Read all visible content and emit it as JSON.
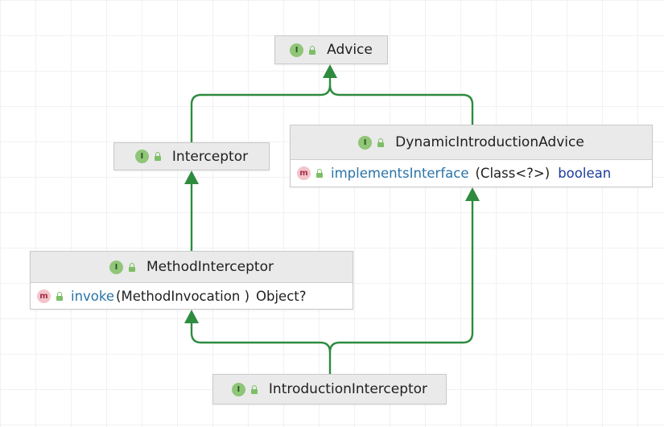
{
  "diagram": {
    "nodes": {
      "advice": {
        "badge": "I",
        "title": "Advice"
      },
      "interceptor": {
        "badge": "I",
        "title": "Interceptor"
      },
      "dynamic_introduction_advice": {
        "badge": "I",
        "title": "DynamicIntroductionAdvice",
        "method": {
          "badge": "m",
          "name": "implementsInterface",
          "params": "(Class<?>)",
          "return_type": "boolean"
        }
      },
      "method_interceptor": {
        "badge": "I",
        "title": "MethodInterceptor",
        "method": {
          "badge": "m",
          "name": "invoke",
          "params": "(MethodInvocation )",
          "return_type": "Object?"
        }
      },
      "introduction_interceptor": {
        "badge": "I",
        "title": "IntroductionInterceptor"
      }
    },
    "edges": [
      {
        "from": "Interceptor",
        "to": "Advice"
      },
      {
        "from": "DynamicIntroductionAdvice",
        "to": "Advice"
      },
      {
        "from": "MethodInterceptor",
        "to": "Interceptor"
      },
      {
        "from": "IntroductionInterceptor",
        "to": "MethodInterceptor"
      },
      {
        "from": "IntroductionInterceptor",
        "to": "DynamicIntroductionAdvice"
      }
    ],
    "edge_color": "#2e8b3f"
  }
}
